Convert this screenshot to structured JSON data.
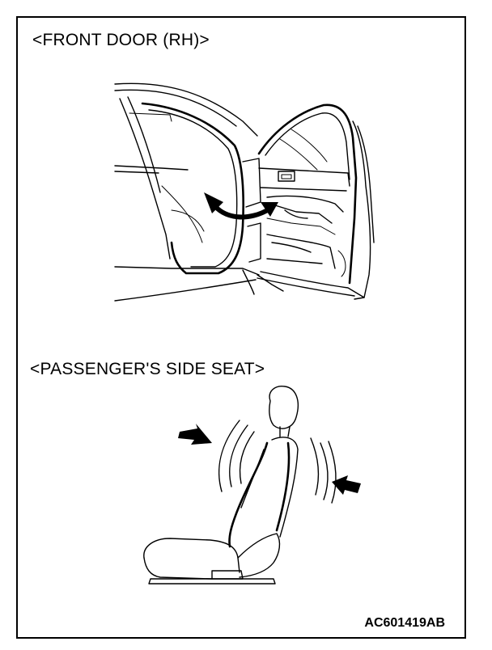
{
  "headings": {
    "front_door": "<FRONT DOOR (RH)>",
    "passenger_seat": "<PASSENGER'S SIDE SEAT>"
  },
  "figure_code": "AC601419AB"
}
